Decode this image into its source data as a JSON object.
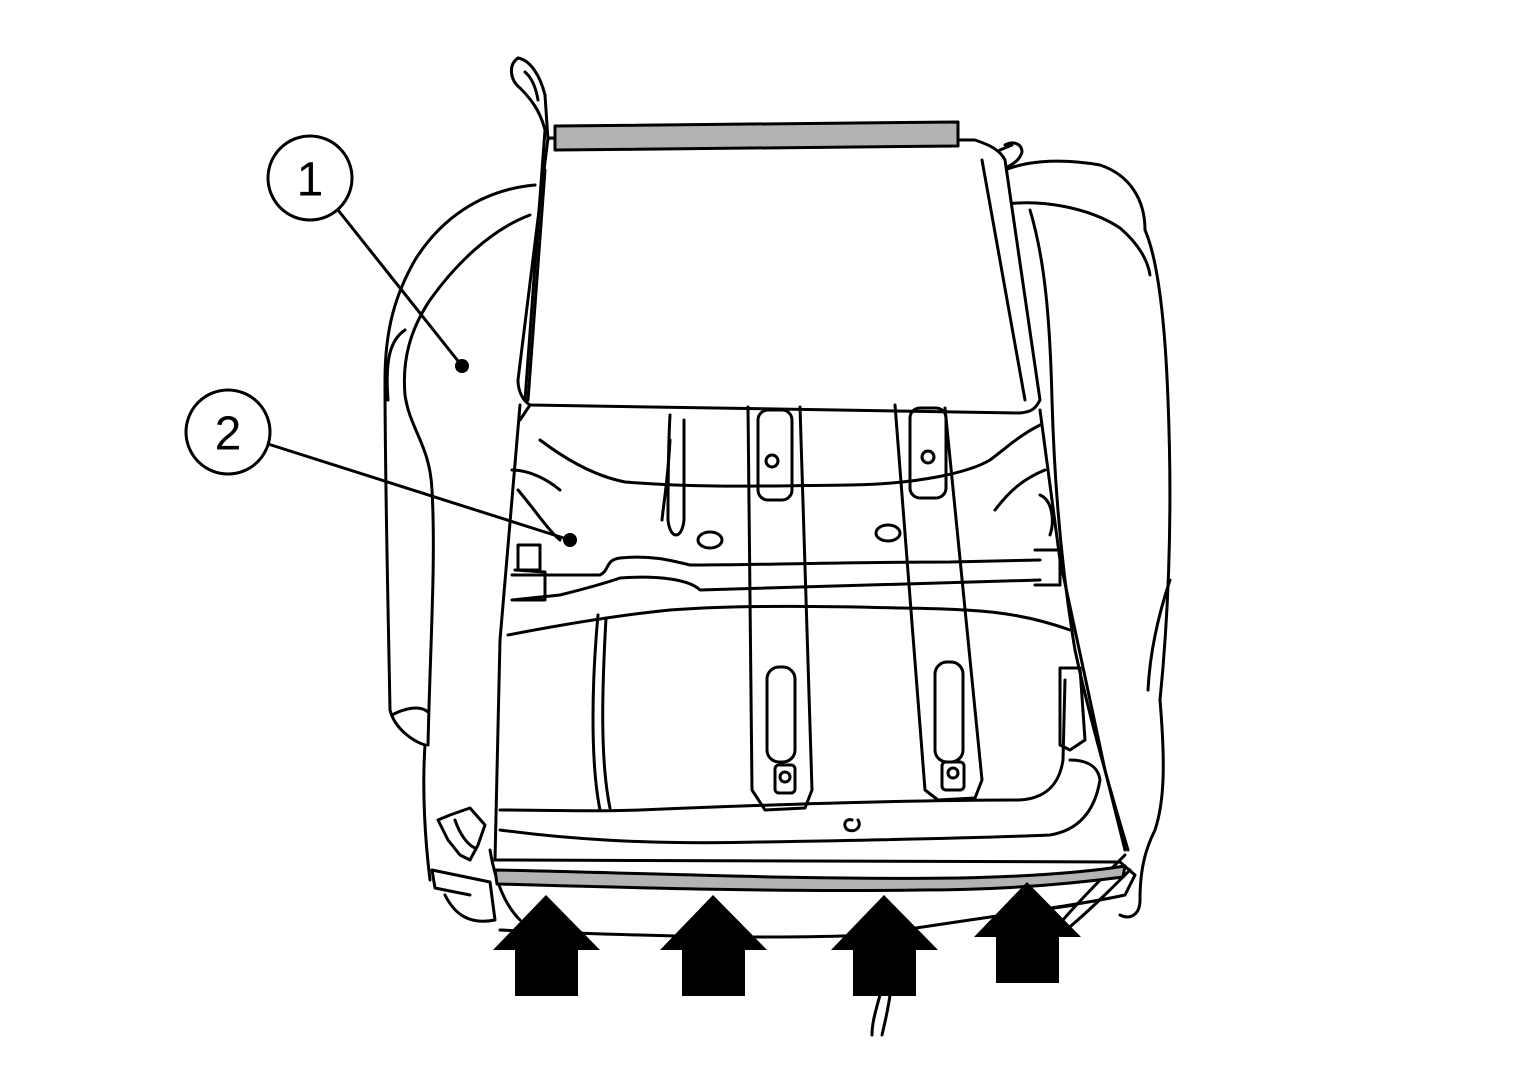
{
  "callouts": [
    {
      "id": "1",
      "label": "1"
    },
    {
      "id": "2",
      "label": "2"
    }
  ],
  "colors": {
    "line": "#000000",
    "strip": "#b3b3b3",
    "background": "#ffffff"
  }
}
